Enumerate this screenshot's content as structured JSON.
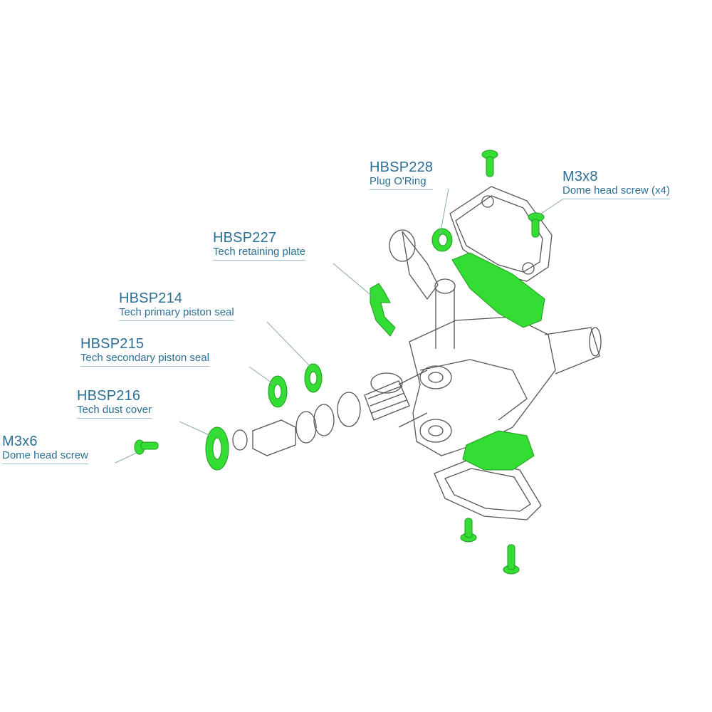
{
  "colors": {
    "label": "#2b6f95",
    "highlight": "#33dd33",
    "outline": "#555555"
  },
  "callouts": [
    {
      "code": "HBSP228",
      "description": "Plug O'Ring"
    },
    {
      "code": "M3x8",
      "description": "Dome head screw (x4)"
    },
    {
      "code": "HBSP227",
      "description": "Tech retaining plate"
    },
    {
      "code": "HBSP214",
      "description": "Tech primary piston seal"
    },
    {
      "code": "HBSP215",
      "description": "Tech secondary piston seal"
    },
    {
      "code": "HBSP216",
      "description": "Tech dust cover"
    },
    {
      "code": "M3x6",
      "description": "Dome head screw"
    }
  ]
}
